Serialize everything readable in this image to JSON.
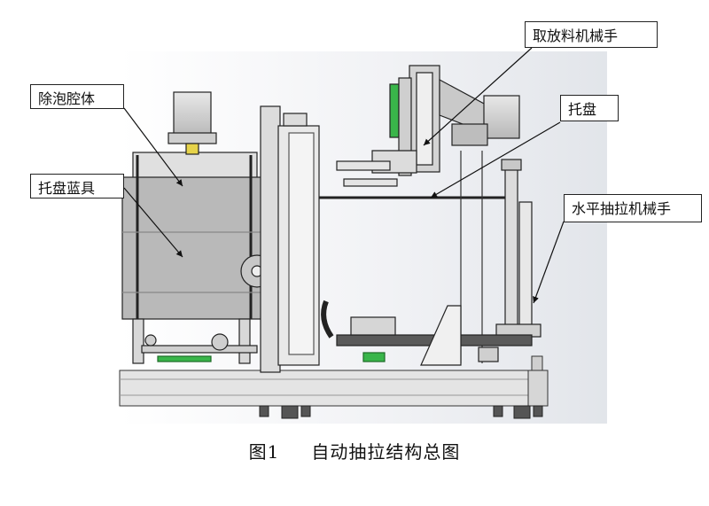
{
  "labels": {
    "defoaming_chamber": "除泡腔体",
    "tray_basket": "托盘蓝具",
    "pick_place_manipulator": "取放料机械手",
    "tray": "托盘",
    "horizontal_pull_manipulator": "水平抽拉机械手"
  },
  "caption": {
    "number": "图1",
    "title": "自动抽拉结构总图"
  },
  "colors": {
    "line": "#1a1a1a",
    "machine_body": "#c8c8c8",
    "chamber_fill": "#bdbdbd",
    "background_panel": "#eef0f3",
    "accent_green": "#39b54a",
    "accent_yellow": "#e6d34a"
  }
}
